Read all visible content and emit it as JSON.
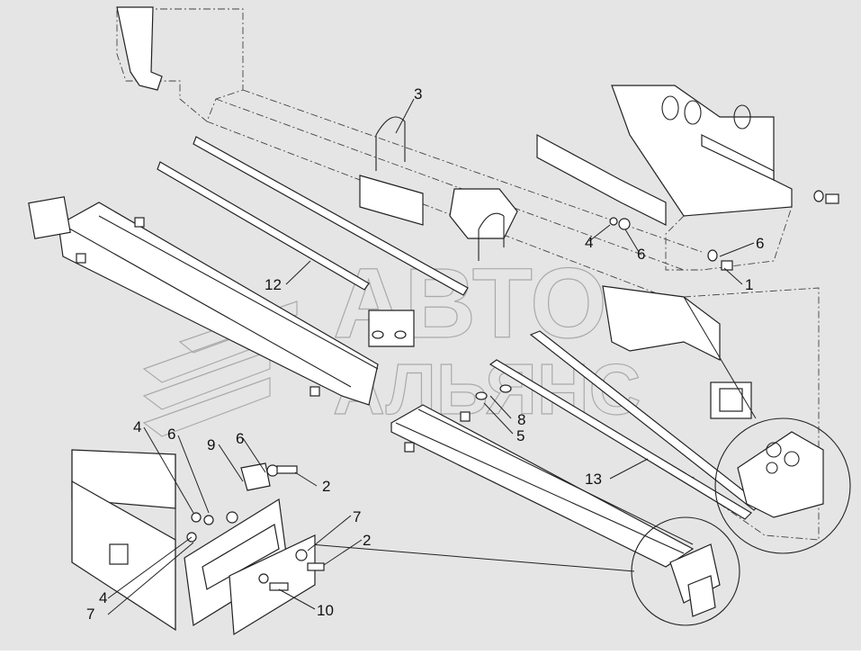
{
  "diagram": {
    "watermark": {
      "line1": "АВТО",
      "line2": "АЛЬЯНС"
    },
    "callouts": [
      {
        "id": "c3",
        "label": "3"
      },
      {
        "id": "c4a",
        "label": "4"
      },
      {
        "id": "c6a",
        "label": "6"
      },
      {
        "id": "c6b",
        "label": "6"
      },
      {
        "id": "c1",
        "label": "1"
      },
      {
        "id": "c12",
        "label": "12"
      },
      {
        "id": "c8",
        "label": "8"
      },
      {
        "id": "c5",
        "label": "5"
      },
      {
        "id": "c13",
        "label": "13"
      },
      {
        "id": "c4b",
        "label": "4"
      },
      {
        "id": "c6c",
        "label": "6"
      },
      {
        "id": "c9",
        "label": "9"
      },
      {
        "id": "c6d",
        "label": "6"
      },
      {
        "id": "c2a",
        "label": "2"
      },
      {
        "id": "c7a",
        "label": "7"
      },
      {
        "id": "c2b",
        "label": "2"
      },
      {
        "id": "c4c",
        "label": "4"
      },
      {
        "id": "c7b",
        "label": "7"
      },
      {
        "id": "c10",
        "label": "10"
      }
    ],
    "colors": {
      "background": "#e5e5e5",
      "part_fill": "#ffffff",
      "line": "#222222",
      "watermark": "#aaaaaa"
    }
  }
}
